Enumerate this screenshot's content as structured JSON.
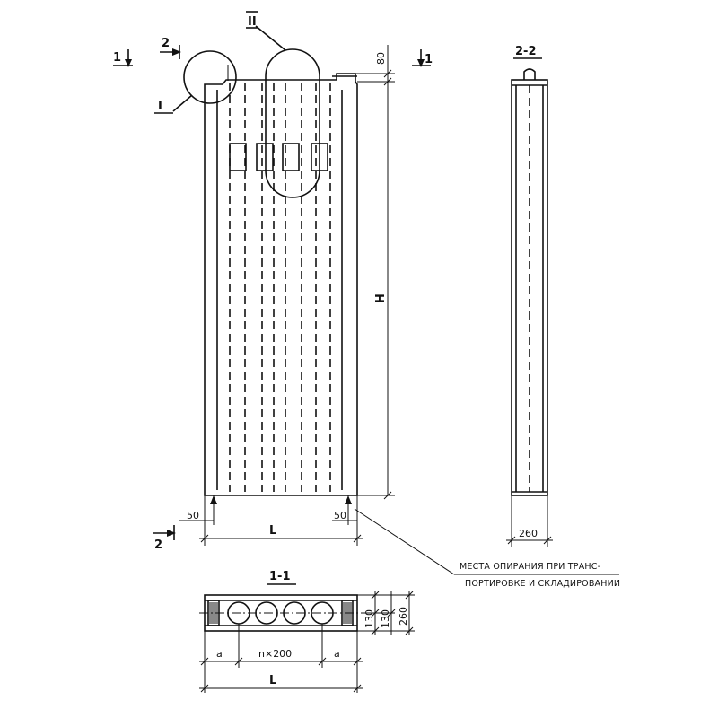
{
  "sections": {
    "view_1_1": "1-1",
    "view_2_2": "2-2",
    "cut_1": "1",
    "cut_2": "2",
    "detail_I": "I",
    "detail_II": "II"
  },
  "dimensions": {
    "top_offset": "80",
    "height": "H",
    "length": "L",
    "support_left": "50",
    "support_right": "50",
    "thickness_side": "260",
    "section_edge_a_left": "a",
    "section_mid": "n×200",
    "section_edge_a_right": "a",
    "section_length": "L",
    "half_thickness_1": "130",
    "half_thickness_2": "130",
    "section_thickness": "260"
  },
  "note": {
    "line1": "МЕСТА ОПИРАНИЯ ПРИ ТРАНС-",
    "line2": "ПОРТИРОВКЕ И СКЛАДИРОВАНИИ"
  }
}
